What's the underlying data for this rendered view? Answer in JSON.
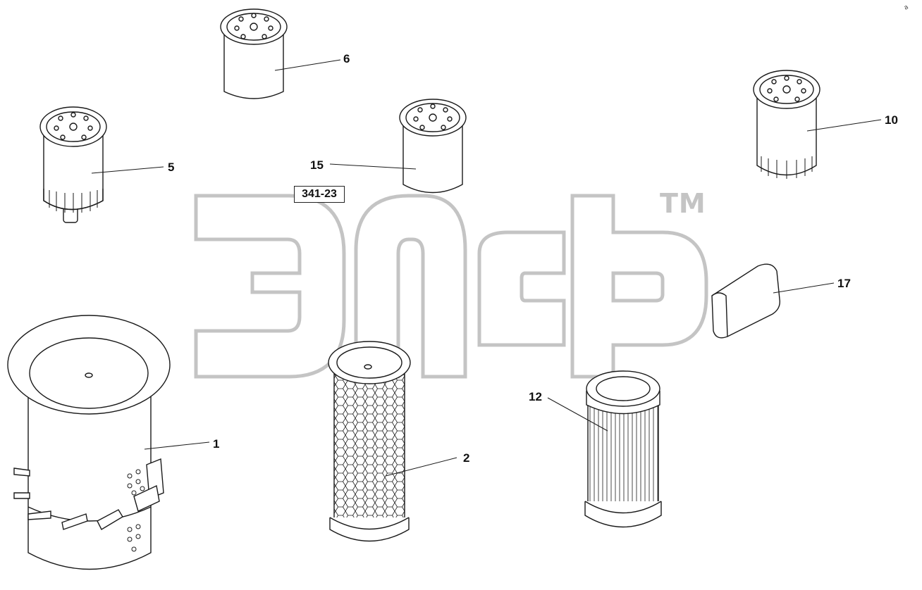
{
  "sheet_code": "341-23",
  "watermark": {
    "text": "элф",
    "trademark": "TM",
    "color": "#c4c4c4"
  },
  "corner_mark": "a",
  "callouts": [
    {
      "id": "1",
      "label": "1",
      "part": "air-filter-housing"
    },
    {
      "id": "2",
      "label": "2",
      "part": "mesh-air-filter"
    },
    {
      "id": "5",
      "label": "5",
      "part": "fuel-filter-with-drain"
    },
    {
      "id": "6",
      "label": "6",
      "part": "spin-on-filter"
    },
    {
      "id": "10",
      "label": "10",
      "part": "spin-on-filter"
    },
    {
      "id": "12",
      "label": "12",
      "part": "pleated-hydraulic-filter"
    },
    {
      "id": "15",
      "label": "15",
      "part": "spin-on-filter"
    },
    {
      "id": "17",
      "label": "17",
      "part": "cabin-filter-pad"
    }
  ],
  "colors": {
    "line": "#1a1a1a",
    "watermark": "#c4c4c4",
    "background": "#ffffff"
  }
}
